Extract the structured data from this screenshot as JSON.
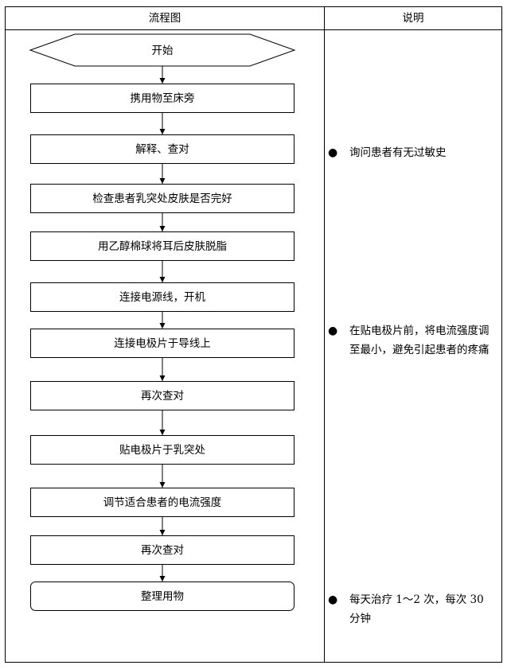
{
  "table": {
    "header_flow": "流程图",
    "header_notes": "说明"
  },
  "steps": {
    "start": "开始",
    "s1": "携用物至床旁",
    "s2": "解释、查对",
    "s3": "检查患者乳突处皮肤是否完好",
    "s4": "用乙醇棉球将耳后皮肤脱脂",
    "s5": "连接电源线，开机",
    "s6": "连接电极片于导线上",
    "s7": "再次查对",
    "s8": "贴电极片于乳突处",
    "s9": "调节适合患者的电流强度",
    "s10": "再次查对",
    "end": "整理用物"
  },
  "notes": {
    "n1": "询问患者有无过敏史",
    "n2": "在贴电极片前，将电流强度调至最小，避免引起患者的疼痛",
    "n3": "每天治疗 1～2 次，每次 30 分钟",
    "bullet": "●"
  }
}
